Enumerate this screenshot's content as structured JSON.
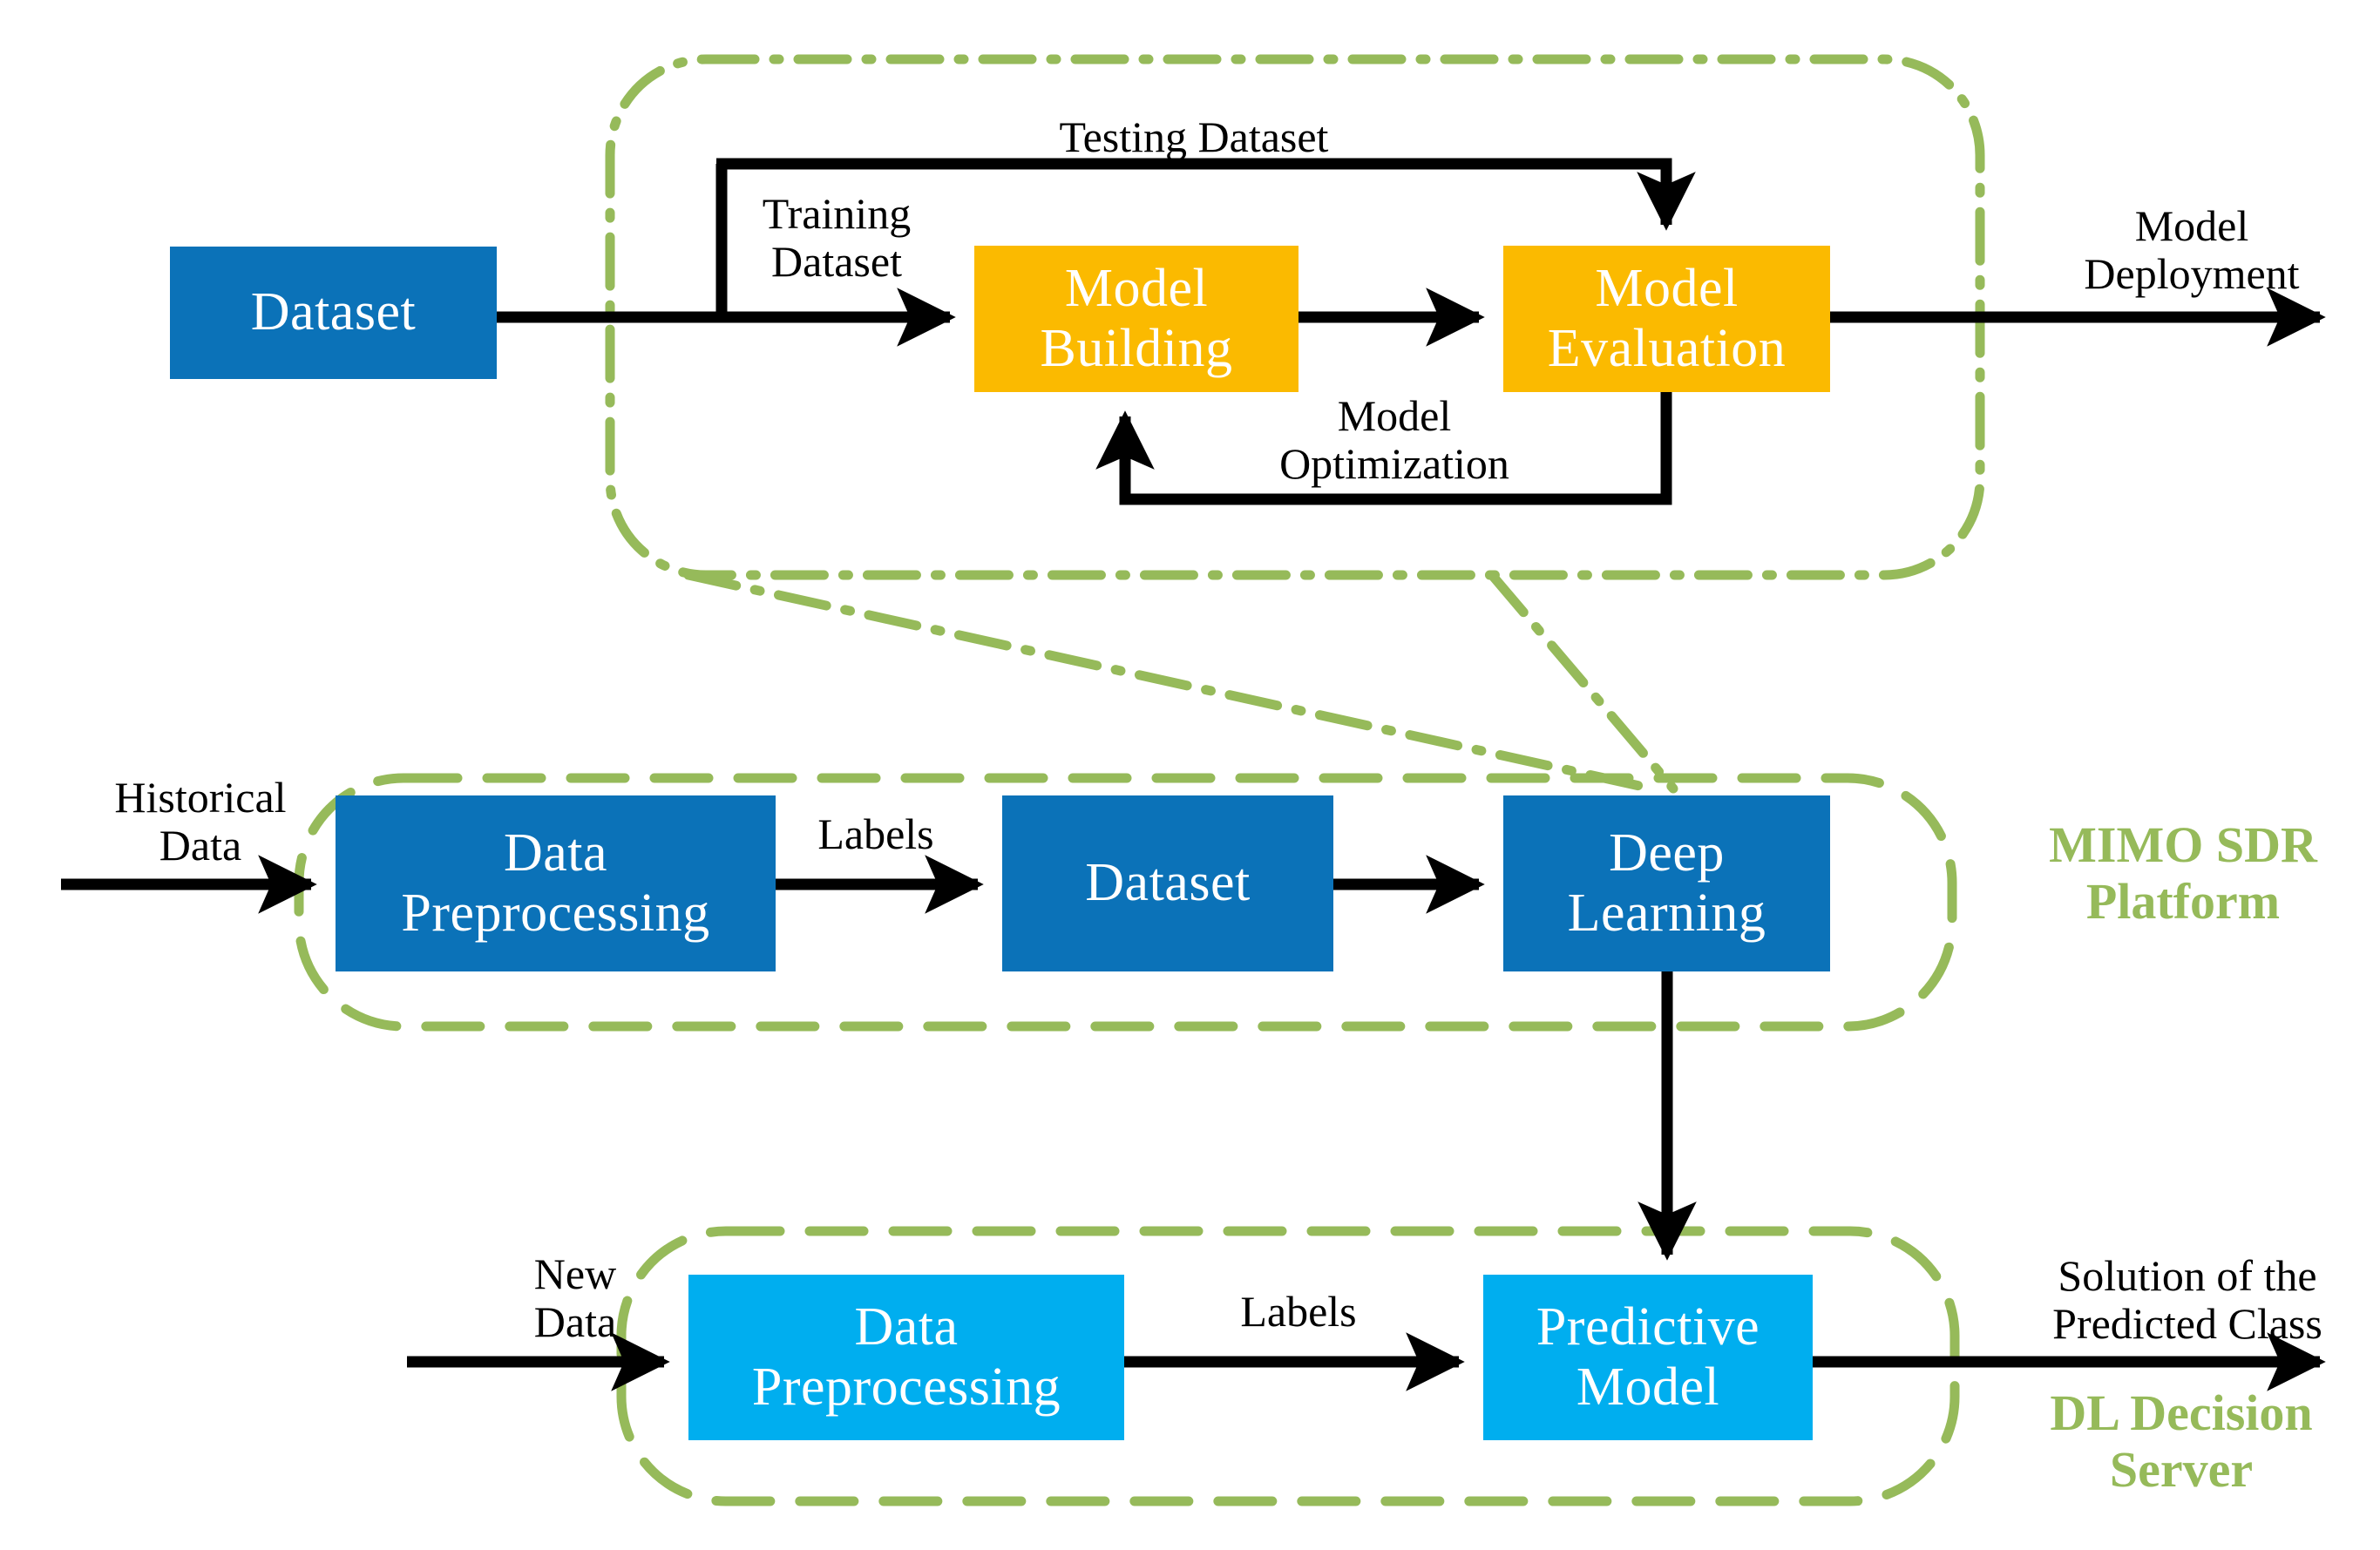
{
  "colors": {
    "blue_dark": "#0B72B8",
    "blue_light": "#00AEEF",
    "amber": "#FBBA00",
    "green": "#96BA5A",
    "black": "#000000",
    "white": "#FFFFFF",
    "background": "#FFFFFF"
  },
  "top_section": {
    "boundary_style": "dash-dot rounded rectangle",
    "nodes": [
      {
        "id": "dataset",
        "label": "Dataset",
        "fill": "blue_dark"
      },
      {
        "id": "model-building",
        "label": "Model\nBuilding",
        "fill": "amber"
      },
      {
        "id": "model-evaluation",
        "label": "Model\nEvaluation",
        "fill": "amber"
      }
    ],
    "edge_labels": [
      {
        "id": "testing-dataset",
        "text": "Testing Dataset"
      },
      {
        "id": "training-dataset",
        "text": "Training\nDataset"
      },
      {
        "id": "model-optimization",
        "text": "Model\nOptimization"
      },
      {
        "id": "model-deployment",
        "text": "Model\nDeployment"
      }
    ]
  },
  "middle_section": {
    "boundary_style": "dashed rounded rectangle",
    "group_label": "MIMO SDR\nPlatform",
    "nodes": [
      {
        "id": "data-preprocessing",
        "label": "Data\nPreprocessing",
        "fill": "blue_dark"
      },
      {
        "id": "dataset",
        "label": "Dataset",
        "fill": "blue_dark"
      },
      {
        "id": "deep-learning",
        "label": "Deep\nLearning",
        "fill": "blue_dark"
      }
    ],
    "edge_labels": [
      {
        "id": "historical-data",
        "text": "Historical\nData"
      },
      {
        "id": "labels",
        "text": "Labels"
      }
    ]
  },
  "bottom_section": {
    "boundary_style": "dashed rounded rectangle",
    "group_label": "DL Decision\nServer",
    "nodes": [
      {
        "id": "data-preprocessing",
        "label": "Data\nPreprocessing",
        "fill": "blue_light"
      },
      {
        "id": "predictive-model",
        "label": "Predictive\nModel",
        "fill": "blue_light"
      }
    ],
    "edge_labels": [
      {
        "id": "new-data",
        "text": "New\nData"
      },
      {
        "id": "labels",
        "text": "Labels"
      },
      {
        "id": "solution",
        "text": "Solution of the\nPredicted Class"
      }
    ]
  }
}
